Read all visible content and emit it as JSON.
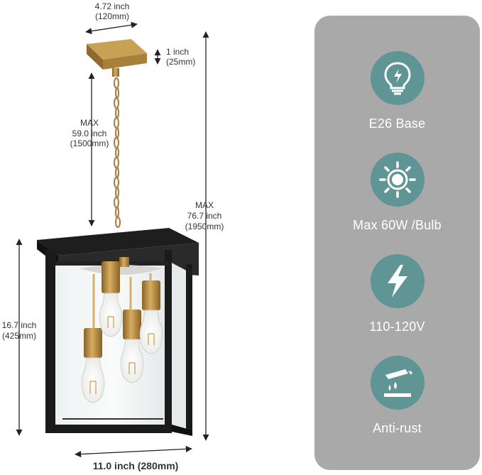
{
  "dimensions": {
    "canopy_width_in": "4.72 inch",
    "canopy_width_mm": "(120mm)",
    "canopy_height_in": "1 inch",
    "canopy_height_mm": "(25mm)",
    "chain_max": "MAX",
    "chain_in": "59.0 inch",
    "chain_mm": "(1500mm)",
    "total_max": "MAX",
    "total_in": "76.7 inch",
    "total_mm": "(1950mm)",
    "body_height_in": "16.7 inch",
    "body_height_mm": "(425mm)",
    "body_width": "11.0 inch (280mm)"
  },
  "features": [
    {
      "label": "E26 Base",
      "icon": "bulb-icon"
    },
    {
      "label": "Max 60W /Bulb",
      "icon": "sun-icon"
    },
    {
      "label": "110-120V",
      "icon": "lightning-icon"
    },
    {
      "label": "Anti-rust",
      "icon": "anti-rust-icon"
    }
  ],
  "colors": {
    "panel": "#a9a9a9",
    "icon_circle": "#5f9594",
    "frame": "#1d1d1d",
    "brass": "#b8893f"
  }
}
